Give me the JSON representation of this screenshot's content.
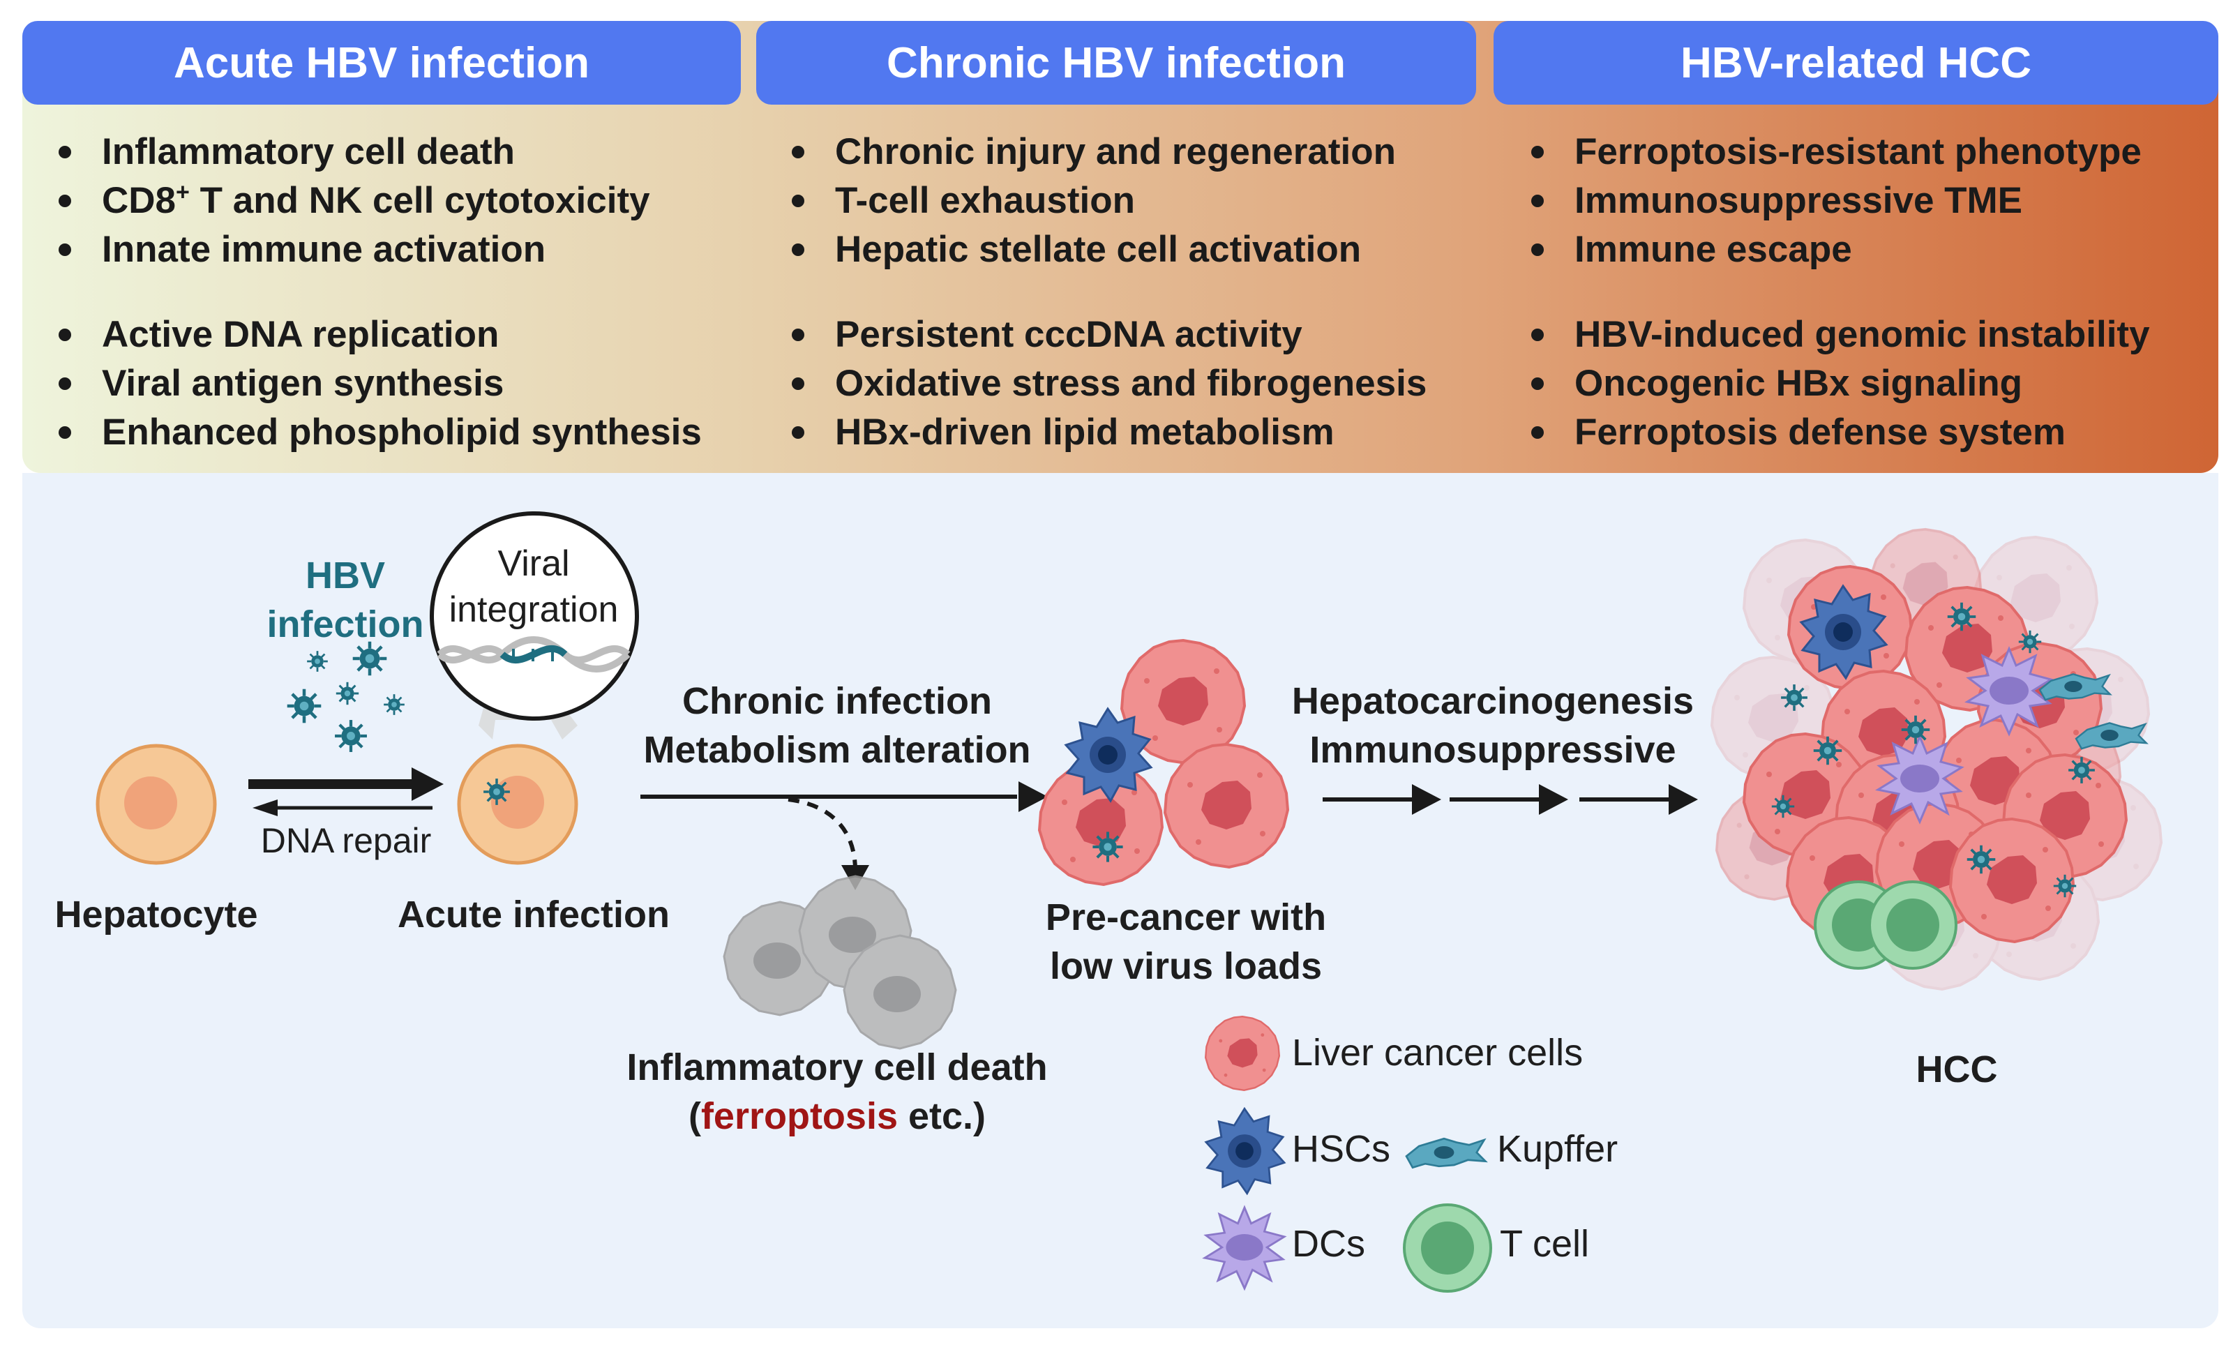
{
  "columns": [
    {
      "title": "Acute HBV infection",
      "group1": [
        "Inflammatory cell death",
        "CD8",
        "Innate immune activation"
      ],
      "cd8_tail": " T and NK cell cytotoxicity",
      "group2": [
        "Active DNA replication",
        "Viral antigen synthesis",
        "Enhanced phospholipid synthesis"
      ]
    },
    {
      "title": "Chronic HBV infection",
      "group1": [
        "Chronic injury and regeneration",
        "T-cell exhaustion",
        "Hepatic stellate cell activation"
      ],
      "group2": [
        "Persistent cccDNA activity",
        "Oxidative stress and fibrogenesis",
        "HBx-driven lipid metabolism"
      ]
    },
    {
      "title": "HBV-related HCC",
      "group1": [
        "Ferroptosis-resistant phenotype",
        "Immunosuppressive TME",
        "Immune escape"
      ],
      "group2": [
        "HBV-induced genomic instability",
        "Oncogenic HBx signaling",
        "Ferroptosis defense system"
      ]
    }
  ],
  "superscript_plus": "+",
  "diagram": {
    "hbv_infection": [
      "HBV",
      "infection"
    ],
    "viral_integration": [
      "Viral",
      "integration"
    ],
    "dna_repair": "DNA repair",
    "hepatocyte": "Hepatocyte",
    "acute_infection": "Acute infection",
    "chronic_arrow": [
      "Chronic infection",
      "Metabolism alteration"
    ],
    "death_label": "Inflammatory cell death",
    "death_paren_open": "(",
    "death_highlight": "ferroptosis",
    "death_rest": " etc.)",
    "precancer": [
      "Pre-cancer with",
      "low virus loads"
    ],
    "hepatocarcinogenesis": [
      "Hepatocarcinogenesis",
      "Immunosuppressive"
    ],
    "hcc": "HCC"
  },
  "legend": {
    "liver_cancer": "Liver cancer cells",
    "hscs": "HSCs",
    "kupffer": "Kupffer",
    "dcs": "DCs",
    "tcell": "T cell"
  },
  "colors": {
    "header_blue": "#5178f0",
    "hbv_teal": "#1f6e80",
    "ferroptosis_red": "#a01515",
    "cancer_cell": "#ef8e8e",
    "hepatocyte": "#f6c896"
  }
}
